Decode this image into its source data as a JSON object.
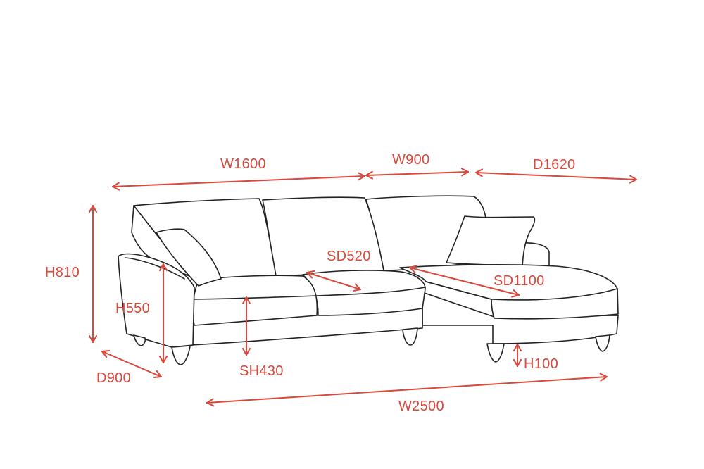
{
  "accent_color": "#d9483b",
  "outline_color": "#222222",
  "dimensions": {
    "w1600": "W1600",
    "w900": "W900",
    "d1620": "D1620",
    "h810": "H810",
    "h550": "H550",
    "d900": "D900",
    "sd520": "SD520",
    "sd1100": "SD1100",
    "sh430": "SH430",
    "h100": "H100",
    "w2500": "W2500"
  }
}
